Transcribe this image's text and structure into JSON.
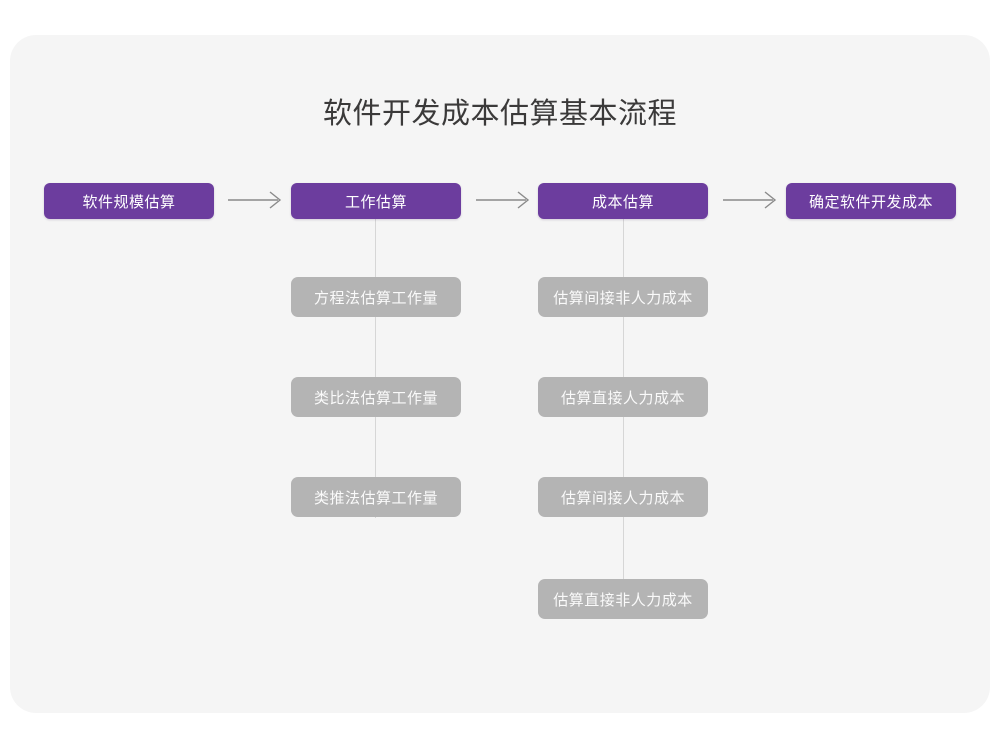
{
  "page": {
    "title": "软件开发成本估算基本流程",
    "background_color": "#ffffff",
    "card_color": "#f5f5f5",
    "primary_color": "#6c3d9e",
    "sub_color": "#b4b4b4",
    "connector_color": "#d6d6d6",
    "arrow_color": "#8a8a8a",
    "title_color": "#3b3a3a"
  },
  "flow": {
    "steps": [
      {
        "label": "软件规模估算",
        "children": []
      },
      {
        "label": "工作估算",
        "children": [
          {
            "label": "方程法估算工作量"
          },
          {
            "label": "类比法估算工作量"
          },
          {
            "label": "类推法估算工作量"
          }
        ]
      },
      {
        "label": "成本估算",
        "children": [
          {
            "label": "估算间接非人力成本"
          },
          {
            "label": "估算直接人力成本"
          },
          {
            "label": "估算间接人力成本"
          },
          {
            "label": "估算直接非人力成本"
          }
        ]
      },
      {
        "label": "确定软件开发成本",
        "children": []
      }
    ],
    "arrows": [
      {
        "name": "arrow-step1-to-step2"
      },
      {
        "name": "arrow-step2-to-step3"
      },
      {
        "name": "arrow-step3-to-step4"
      }
    ]
  }
}
